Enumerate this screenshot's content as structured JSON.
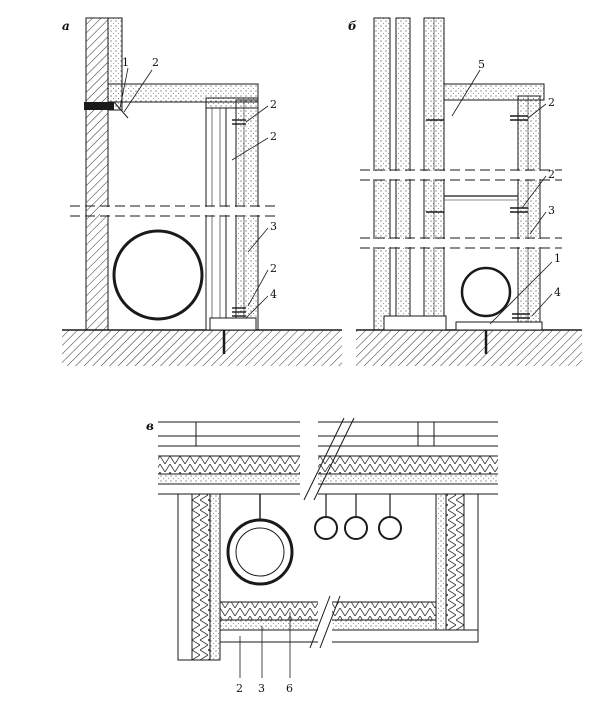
{
  "panels": [
    {
      "id": "a",
      "label": "а"
    },
    {
      "id": "b",
      "label": "б"
    },
    {
      "id": "c",
      "label": "в"
    }
  ],
  "callouts": {
    "a": [
      "1",
      "2",
      "2",
      "2",
      "3",
      "2",
      "4"
    ],
    "b": [
      "5",
      "2",
      "2",
      "3",
      "1",
      "4"
    ],
    "c": [
      "2",
      "3",
      "6"
    ]
  },
  "colors": {
    "ink": "#1a1a1a",
    "hatch": "#333333",
    "paper": "#ffffff"
  }
}
